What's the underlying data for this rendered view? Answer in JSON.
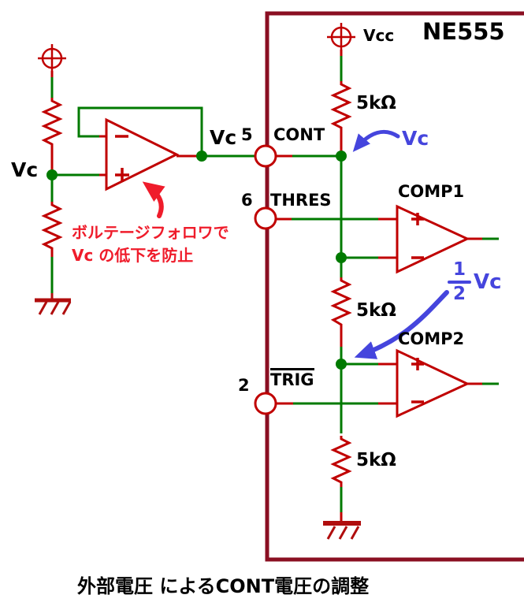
{
  "diagram": {
    "chip_title": "NE555",
    "caption": "外部電圧 によるCONT電圧の調整",
    "labels": {
      "vcc": "Vcc",
      "vc_source": "Vc",
      "vc_output": "Vc"
    },
    "pins": [
      {
        "number": "5",
        "name": "CONT"
      },
      {
        "number": "6",
        "name": "THRES"
      },
      {
        "number": "2",
        "name": "TRIG",
        "overline": true
      }
    ],
    "comparators": [
      {
        "label": "COMP1"
      },
      {
        "label": "COMP2"
      }
    ],
    "resistors": [
      {
        "value": "5kΩ"
      },
      {
        "value": "5kΩ"
      },
      {
        "value": "5kΩ"
      }
    ],
    "annotations": {
      "vc_arrow_label": "Vc",
      "half_vc": {
        "numerator": "1",
        "denominator": "2",
        "unit": "Vc"
      },
      "note_line1": "ボルテージフォロワで",
      "note_line2": "Vc の低下を防止"
    },
    "icons": {
      "power_flag": "power-symbol",
      "ground": "ground-symbol",
      "plus_input": "+",
      "minus_input": "−"
    },
    "colors": {
      "component_red": "#c00000",
      "wire_green": "#007a00",
      "box_maroon": "#8a0f22",
      "ground_red": "#b00d0d",
      "annotation_blue": "#4545dd",
      "annotation_red": "#ef1c2b",
      "label_black": "#000000"
    }
  }
}
